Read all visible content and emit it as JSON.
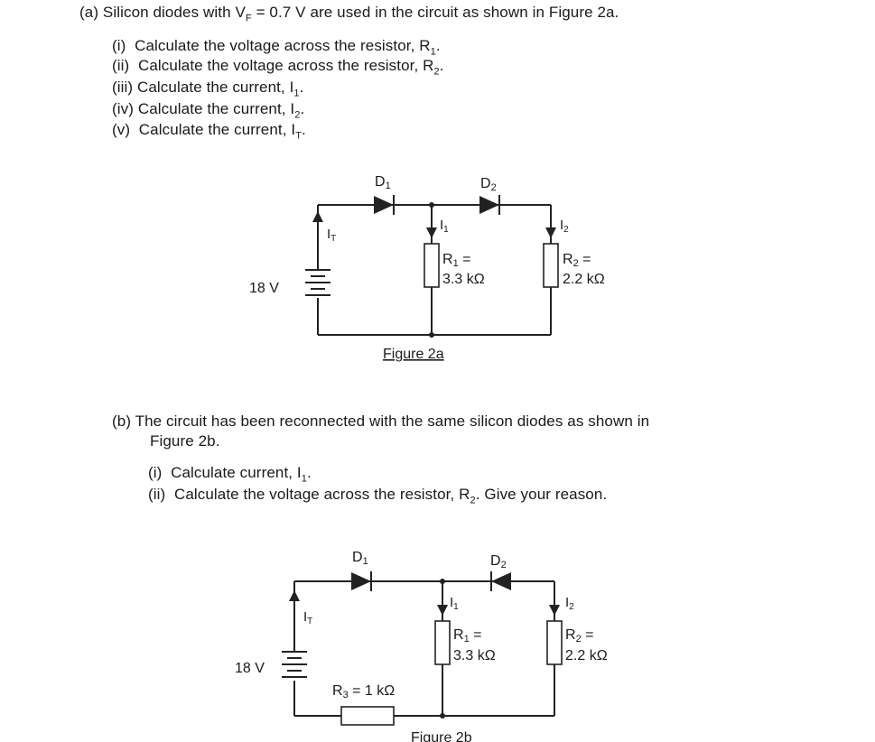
{
  "part_a": {
    "intro_pre": "(a)  Silicon diodes with V",
    "intro_sub": "F",
    "intro_post": " = 0.7 V are used in the circuit as shown in Figure 2a.",
    "questions": [
      {
        "num": "(i)",
        "text": "Calculate the voltage across the resistor, R",
        "sub": "1",
        "end": "."
      },
      {
        "num": "(ii)",
        "text": "Calculate the voltage across the resistor, R",
        "sub": "2",
        "end": "."
      },
      {
        "num": "(iii)",
        "text": "Calculate the current, I",
        "sub": "1",
        "end": "."
      },
      {
        "num": "(iv)",
        "text": "Calculate the current, I",
        "sub": "2",
        "end": "."
      },
      {
        "num": "(v)",
        "text": "Calculate the current, I",
        "sub": "T",
        "end": "."
      }
    ]
  },
  "figure_2a": {
    "caption": "Figure 2a",
    "source": "18 V",
    "d1": "D",
    "d1_sub": "1",
    "d2": "D",
    "d2_sub": "2",
    "it": "I",
    "it_sub": "T",
    "i1": "I",
    "i1_sub": "1",
    "i2": "I",
    "i2_sub": "2",
    "r1_name": "R",
    "r1_sub": "1",
    "r1_eq": " =",
    "r1_value": "3.3 kΩ",
    "r2_name": "R",
    "r2_sub": "2",
    "r2_eq": " =",
    "r2_value": "2.2 kΩ"
  },
  "part_b": {
    "intro_line1": "(b)  The circuit has been reconnected with the same silicon diodes as shown in",
    "intro_line2": "Figure 2b.",
    "questions": [
      {
        "num": "(i)",
        "text": "Calculate current, I",
        "sub": "1",
        "end": "."
      },
      {
        "num": "(ii)",
        "text": "Calculate the voltage across the resistor, R",
        "sub": "2",
        "end": ".  Give your reason."
      }
    ]
  },
  "figure_2b": {
    "caption": "Figure 2b",
    "source": "18 V",
    "d1": "D",
    "d1_sub": "1",
    "d2": "D",
    "d2_sub": "2",
    "it": "I",
    "it_sub": "T",
    "i1": "I",
    "i1_sub": "1",
    "i2": "I",
    "i2_sub": "2",
    "r1_name": "R",
    "r1_sub": "1",
    "r1_eq": " =",
    "r1_value": "3.3 kΩ",
    "r2_name": "R",
    "r2_sub": "2",
    "r2_eq": " =",
    "r2_value": "2.2 kΩ",
    "r3_name": "R",
    "r3_sub": "3",
    "r3_value": " = 1 kΩ"
  }
}
